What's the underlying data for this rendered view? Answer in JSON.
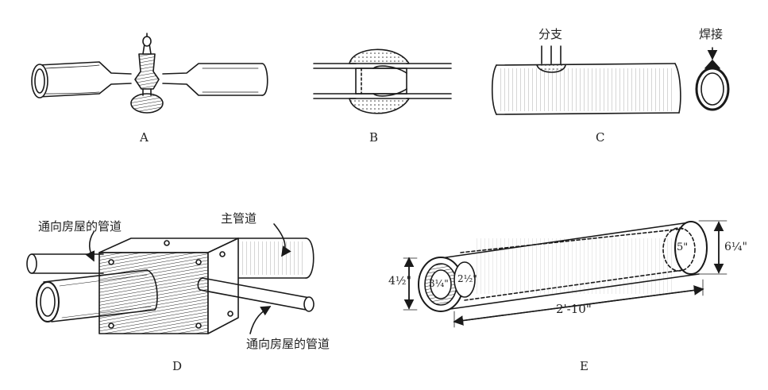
{
  "panels": [
    {
      "id": "A",
      "letter": "A"
    },
    {
      "id": "B",
      "letter": "B"
    },
    {
      "id": "C",
      "letter": "C"
    },
    {
      "id": "D",
      "letter": "D"
    },
    {
      "id": "E",
      "letter": "E"
    }
  ],
  "panel_c": {
    "branch_label": "分支",
    "weld_label": "焊接"
  },
  "panel_d": {
    "house_pipe_label_top": "通向房屋的管道",
    "main_pipe_label": "主管道",
    "house_pipe_label_bottom": "通向房屋的管道"
  },
  "panel_e": {
    "outer_diameter_left": "4½\"",
    "mid_diameter": "3¼\"",
    "inner_diameter": "2½\"",
    "far_inner_diameter": "5\"",
    "far_outer_diameter": "6¼\"",
    "length": "2'-10\""
  }
}
